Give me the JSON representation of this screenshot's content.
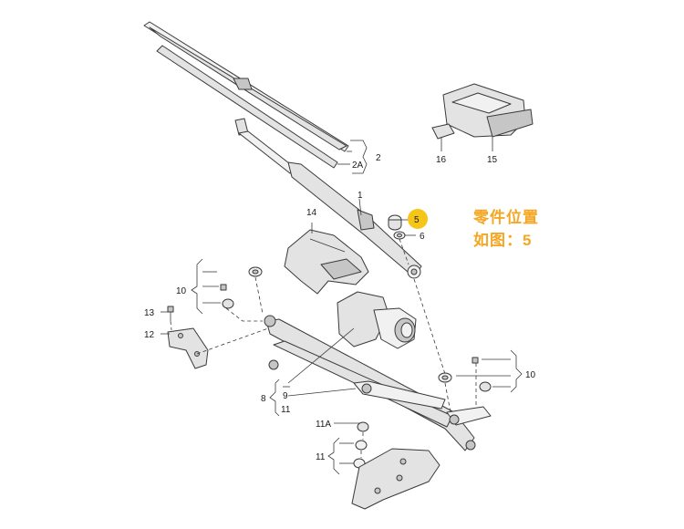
{
  "note": {
    "line1": "零件位置",
    "line2": "如图：5"
  },
  "callouts": {
    "c1": "1",
    "c2": "2",
    "c2a": "2A",
    "c5": "5",
    "c6": "6",
    "c8": "8",
    "c9": "9",
    "c10_left": "10",
    "c10_right": "10",
    "c11": "11",
    "c11_lower": "11",
    "c11a": "11A",
    "c12": "12",
    "c13": "13",
    "c14": "14",
    "c15": "15",
    "c16": "16"
  },
  "colors": {
    "highlight": "#f5c518",
    "note_text": "#f5a623"
  }
}
